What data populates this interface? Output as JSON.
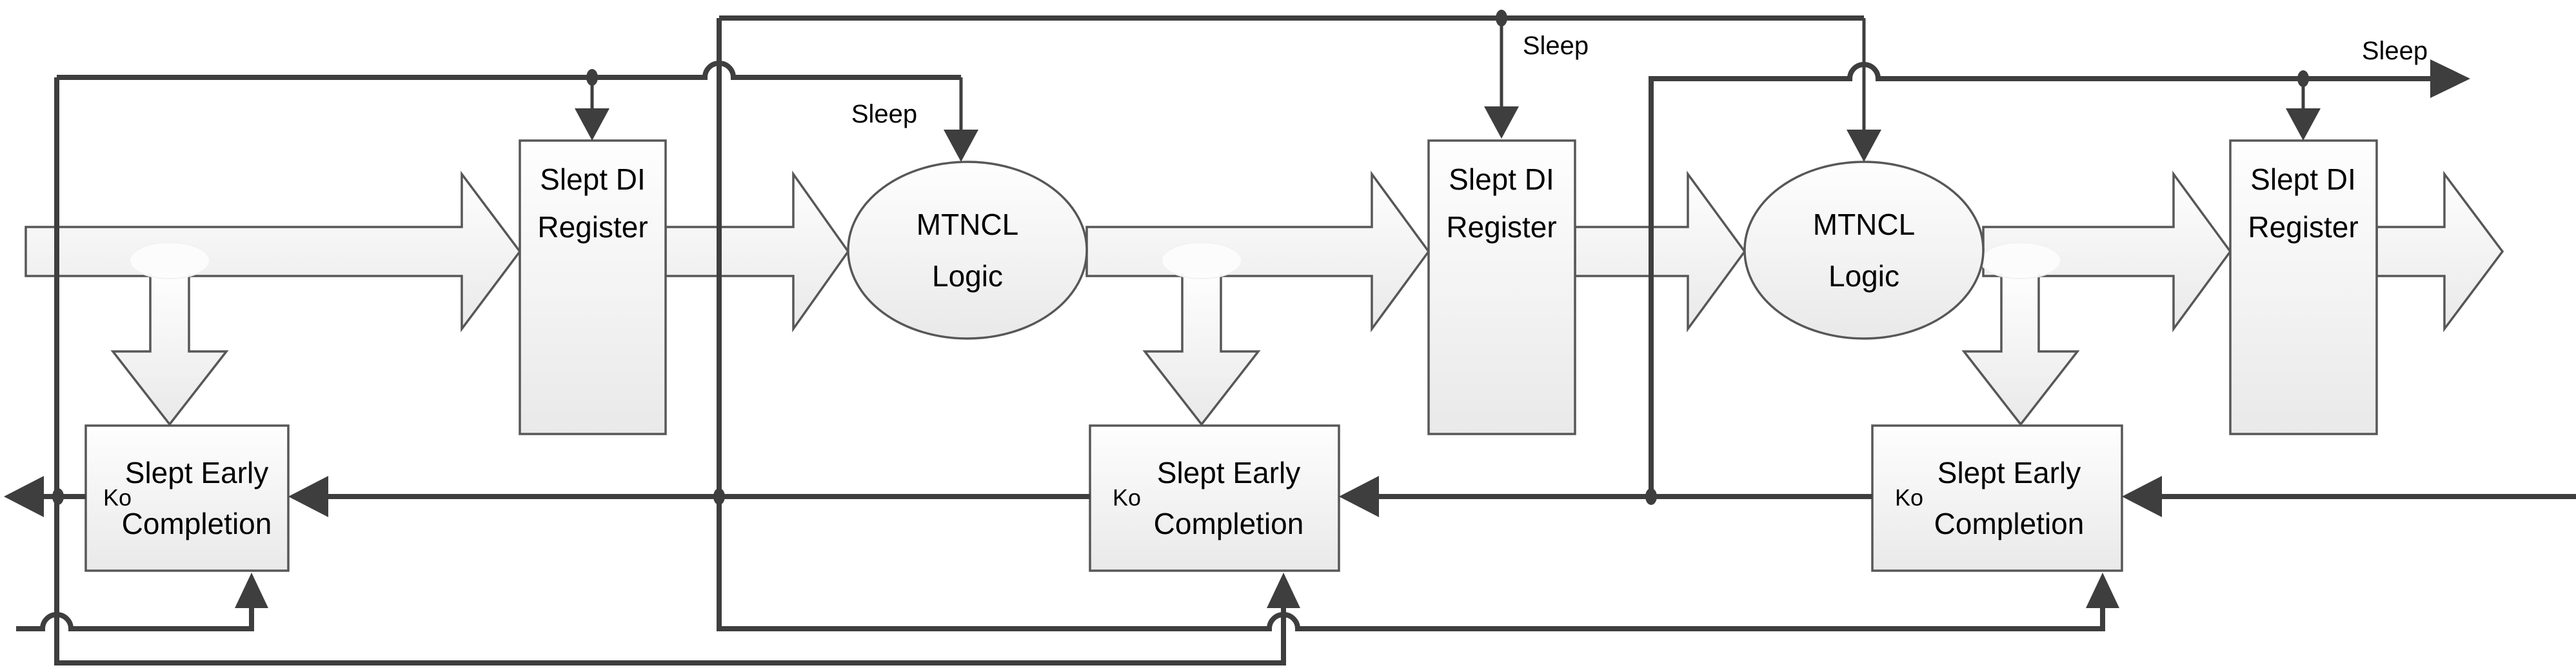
{
  "diagram_type": "MTNCL pipeline block diagram",
  "colors": {
    "line": "#3e3e3e",
    "shape": "#575757",
    "text": "#000000",
    "bg": "#ffffff",
    "fill_top": "#fefefe",
    "fill_bottom": "#e9e9e9"
  },
  "blocks": {
    "registers": [
      {
        "line1": "Slept DI",
        "line2": "Register"
      },
      {
        "line1": "Slept DI",
        "line2": "Register"
      },
      {
        "line1": "Slept DI",
        "line2": "Register"
      }
    ],
    "logics": [
      {
        "line1": "MTNCL",
        "line2": "Logic"
      },
      {
        "line1": "MTNCL",
        "line2": "Logic"
      }
    ],
    "completions": [
      {
        "line1": "Slept Early",
        "line2": "Completion",
        "port": "Ko"
      },
      {
        "line1": "Slept Early",
        "line2": "Completion",
        "port": "Ko"
      },
      {
        "line1": "Slept Early",
        "line2": "Completion",
        "port": "Ko"
      }
    ],
    "sleep_labels": [
      "Sleep",
      "Sleep",
      "Sleep"
    ]
  }
}
